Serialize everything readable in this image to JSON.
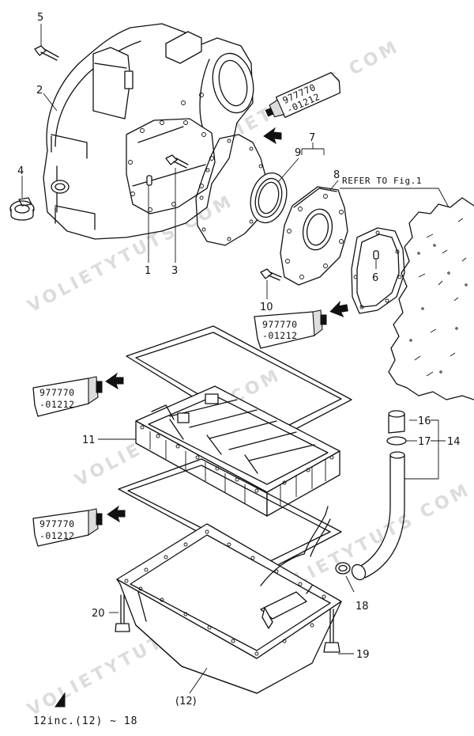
{
  "callouts": {
    "p1": "1",
    "p2": "2",
    "p3": "3",
    "p4": "4",
    "p5": "5",
    "p6": "6",
    "p7": "7",
    "p8": "8",
    "p9": "9",
    "p10": "10",
    "p11": "11",
    "p12": "(12)",
    "p14": "14",
    "p16": "16",
    "p17": "17",
    "p18": "18",
    "p19": "19",
    "p20": "20"
  },
  "sealant": {
    "line1": "977770",
    "line2": "-01212"
  },
  "reference": "REFER TO Fig.1",
  "footnote": "12inc.(12) ~ 18",
  "watermark": "VOLIETYTUTS COM"
}
